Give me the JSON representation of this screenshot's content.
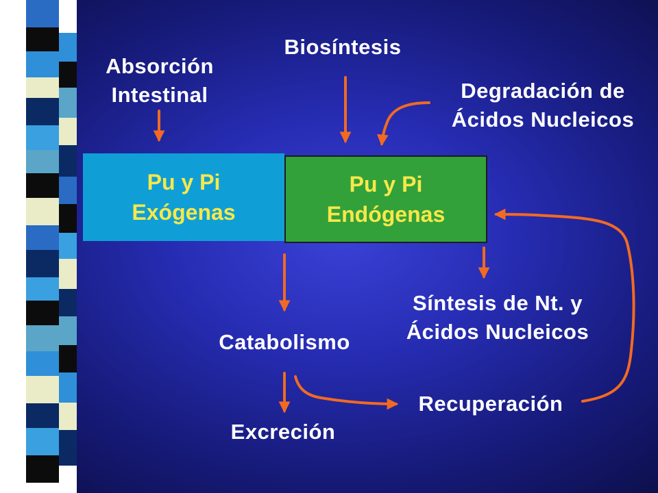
{
  "labels": {
    "absorcion": "Absorción\nIntestinal",
    "biosintesis": "Biosíntesis",
    "degradacion": "Degradación de\nÁcidos Nucleicos",
    "catabolismo": "Catabolismo",
    "sintesis": "Síntesis de Nt. y\nÁcidos Nucleicos",
    "recuperacion": "Recuperación",
    "excrecion": "Excreción"
  },
  "boxes": {
    "exogenas": "Pu y Pi\nExógenas",
    "endogenas": "Pu y Pi\nEndógenas"
  },
  "colors": {
    "arrow": "#f26a22",
    "box_exogenas": "#0f9fd6",
    "box_endogenas": "#33a13a",
    "box_text": "#f7e84a",
    "label_text": "#ffffff"
  }
}
